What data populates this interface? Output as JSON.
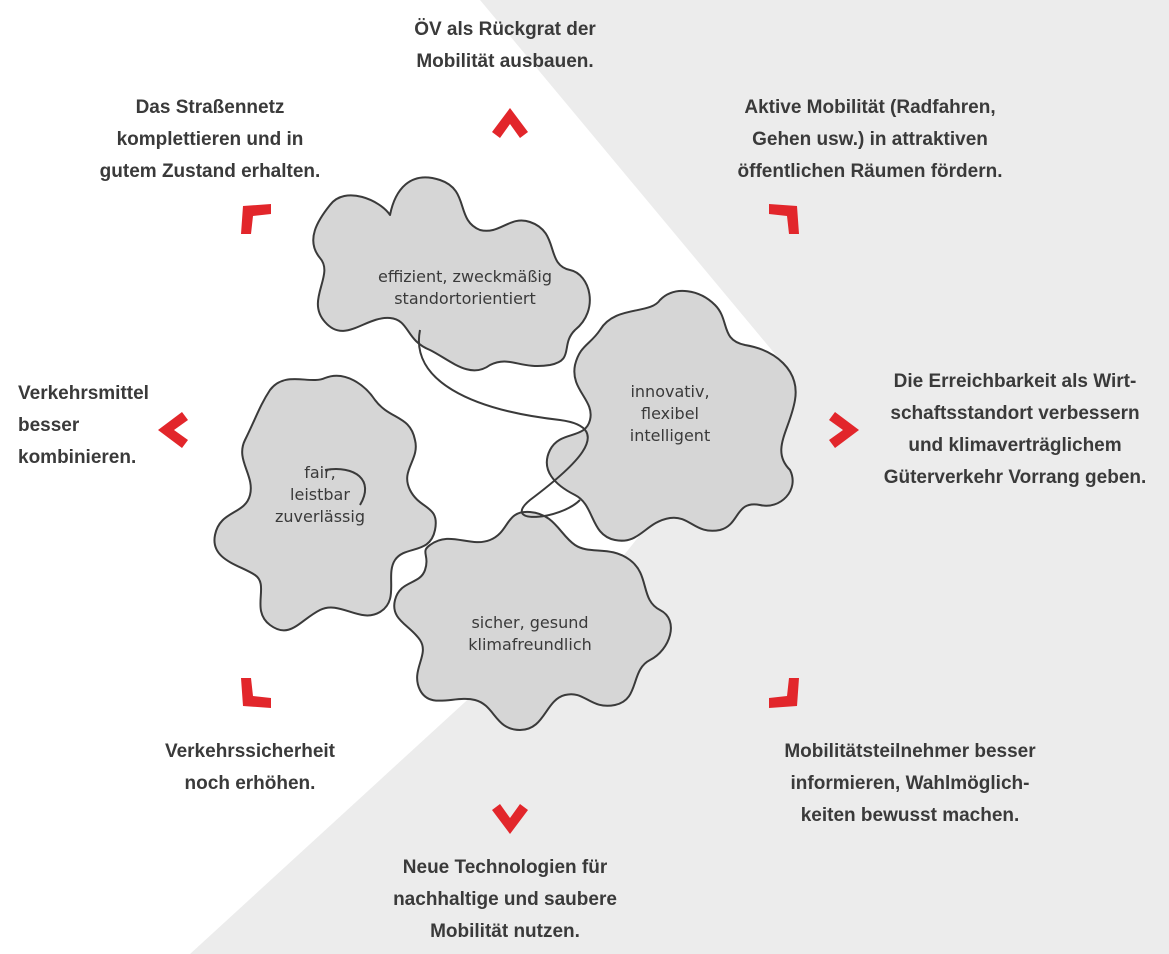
{
  "goals": {
    "top": "ÖV als Rückgrat der\nMobilität ausbauen.",
    "top_left": "Das Straßennetz\nkomplettieren und in\ngutem Zustand erhalten.",
    "top_right": "Aktive Mobilität (Radfahren,\nGehen usw.) in attraktiven\nöffentlichen Räumen fördern.",
    "left": "Verkehrsmittel\nbesser\nkombinieren.",
    "right": "Die Erreichbarkeit als Wirt-\nschaftsstandort verbessern\nund klimaverträglichem\nGüterverkehr Vorrang geben.",
    "bottom_left": "Verkehrssicherheit\nnoch erhöhen.",
    "bottom_right": "Mobilitätsteilnehmer besser\ninformieren, Wahlmöglich-\nkeiten bewusst machen.",
    "bottom": "Neue Technologien für\nnachhaltige und saubere\nMobilität nutzen."
  },
  "pieces": {
    "top": "effizient, zweckmäßig\nstandortorientiert",
    "right": "innovativ,\nflexibel\nintelligent",
    "left": "fair,\nleistbar\nzuverlässig",
    "bottom": "sicher, gesund\nklimafreundlich"
  },
  "colors": {
    "arrow": "#e2262b",
    "background_band": "#ececec",
    "piece_fill": "#d6d6d6",
    "outline": "#3a3a3a"
  }
}
